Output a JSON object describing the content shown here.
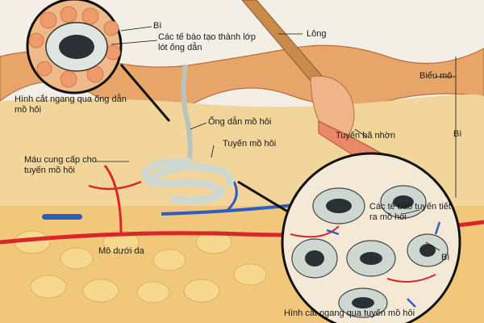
{
  "labels": {
    "bi_top": "Bì",
    "cells_duct": "Các tế bào tạo thành lớp lót ống dẫn",
    "long": "Lông",
    "bieu_mo": "Biểu mô",
    "cross_duct": "Hình cắt ngang qua ống dẫn mồ hôi",
    "ong_dan": "Ống dẫn mồ hôi",
    "tuyen_mo_hoi": "Tuyến mồ hôi",
    "tuyen_ba_nhon": "Tuyến bã nhờn",
    "bi_right": "Bì",
    "mau_cung_cap": "Máu cung cấp cho tuyến mồ hôi",
    "cells_gland": "Các tế bào tuyến tiết ra mồ hôi",
    "bi_bottom": "Bì",
    "mo_duoi_da": "Mô dưới da",
    "cross_gland": "Hình cắt ngang qua tuyến mồ hôi"
  },
  "colors": {
    "background": "#f4efe6",
    "epidermis": "#e8a56a",
    "dermis": "#f1d59a",
    "subcutis": "#f0c77b",
    "artery": "#d8262a",
    "vein": "#2f5cc1",
    "gland": "#cfd8d0",
    "hair": "#c98a4a",
    "cell_dark": "#2c2f33"
  }
}
